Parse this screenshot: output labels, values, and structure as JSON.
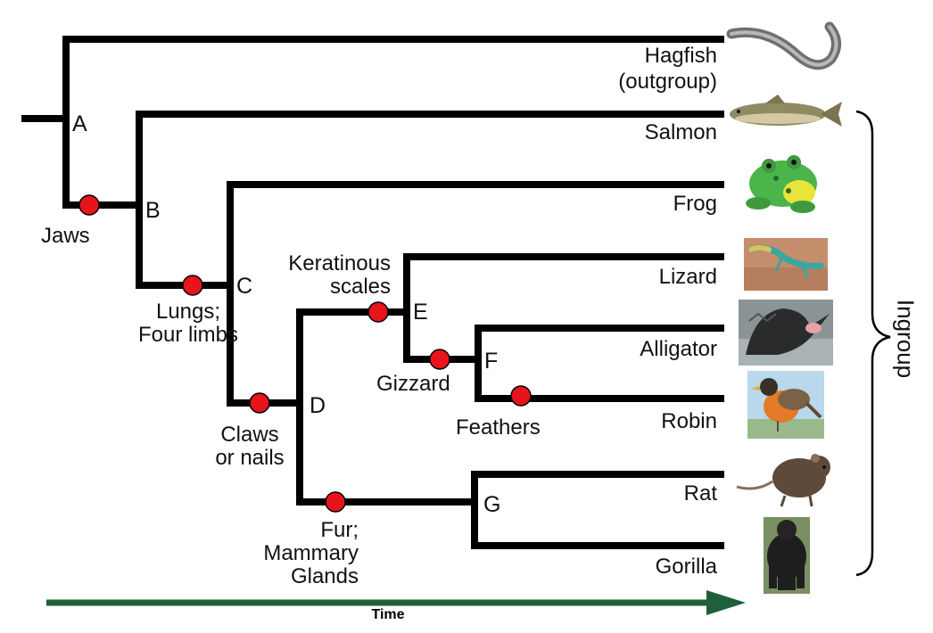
{
  "taxa": {
    "hagfish_line1": "Hagfish",
    "hagfish_line2": "(outgroup)",
    "salmon": "Salmon",
    "frog": "Frog",
    "lizard": "Lizard",
    "alligator": "Alligator",
    "robin": "Robin",
    "rat": "Rat",
    "gorilla": "Gorilla"
  },
  "nodes": {
    "a": "A",
    "b": "B",
    "c": "C",
    "d": "D",
    "e": "E",
    "f": "F",
    "g": "G"
  },
  "traits": {
    "jaws": "Jaws",
    "lungs_line1": "Lungs;",
    "lungs_line2": "Four limbs",
    "claws_line1": "Claws",
    "claws_line2": "or nails",
    "keratin_line1": "Keratinous",
    "keratin_line2": "scales",
    "gizzard": "Gizzard",
    "feathers": "Feathers",
    "fur_line1": "Fur;",
    "fur_line2": "Mammary",
    "fur_line3": "Glands"
  },
  "time_label": "Time",
  "ingroup_label": "Ingroup",
  "icons": [
    "hagfish-icon",
    "salmon-icon",
    "frog-icon",
    "lizard-icon",
    "alligator-icon",
    "robin-icon",
    "rat-icon",
    "gorilla-icon"
  ],
  "colors": {
    "branch": "#000000",
    "trait_marker": "#e8141b",
    "time_arrow": "#1f5f3a"
  }
}
